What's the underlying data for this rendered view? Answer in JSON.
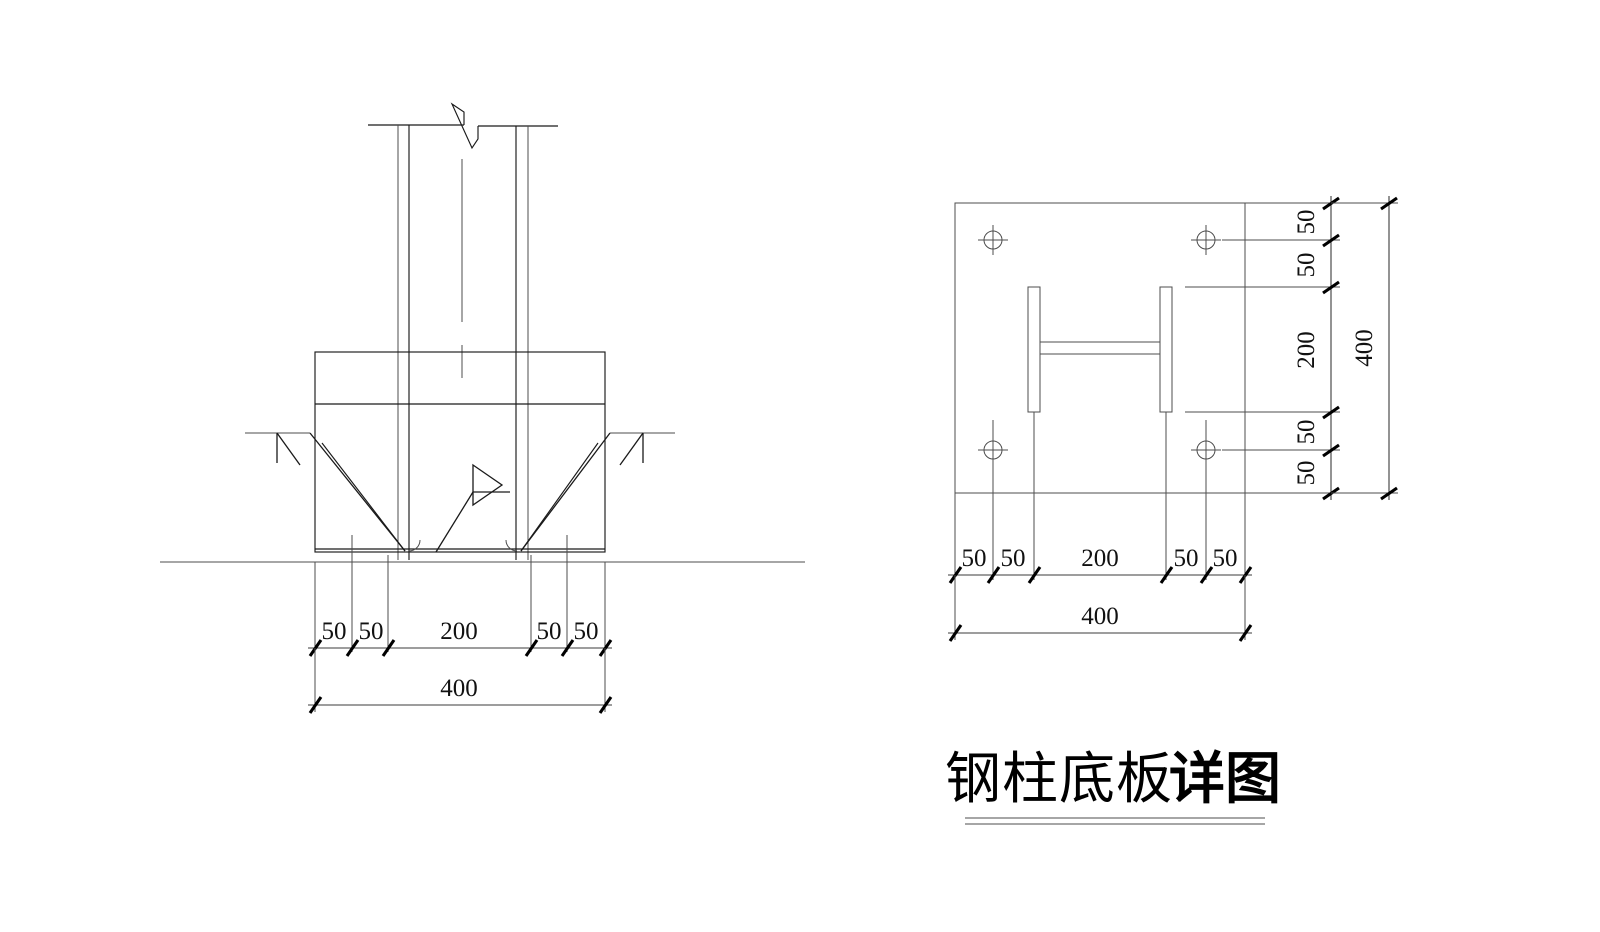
{
  "drawing": {
    "title": "钢柱底板详图",
    "title_main": "钢柱底板",
    "title_accent": "详图",
    "stroke_color": "#1a1a1a",
    "thin_color": "#4d4d4d",
    "background": "#ffffff"
  },
  "elevation_view": {
    "name": "section-elevation",
    "dimension_chain": {
      "segments": [
        "50",
        "50",
        "200",
        "50",
        "50"
      ],
      "overall": "400"
    },
    "annotations": {
      "weld_symbol_left": "fillet-weld",
      "weld_symbol_right": "fillet-weld",
      "weld_symbol_center": "fillet-weld-triangle",
      "break_line": "column-break"
    }
  },
  "plan_view": {
    "name": "base-plate-plan",
    "horizontal_chain": {
      "segments": [
        "50",
        "50",
        "200",
        "50",
        "50"
      ],
      "overall": "400"
    },
    "vertical_chain": {
      "segments": [
        "50",
        "50",
        "200",
        "50",
        "50"
      ],
      "overall": "400"
    },
    "bolt_holes": 4,
    "section_profile": "H-section"
  }
}
